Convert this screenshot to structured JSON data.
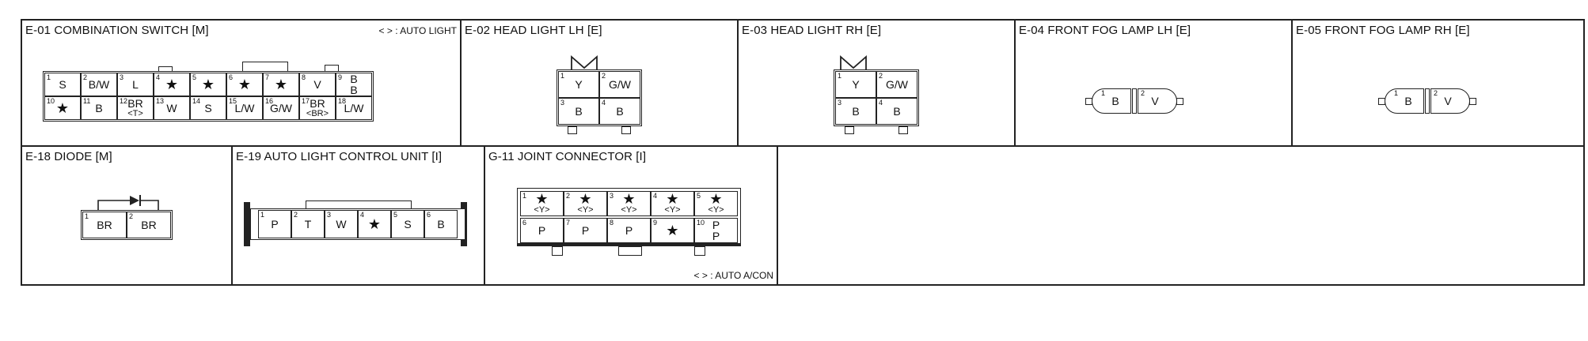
{
  "connectors": [
    {
      "id": "e01",
      "title": "E-01 COMBINATION SWITCH [M]",
      "note": "< > : AUTO LIGHT",
      "pins": [
        {
          "n": "1",
          "v": "S"
        },
        {
          "n": "2",
          "v": "B/W"
        },
        {
          "n": "3",
          "v": "L"
        },
        {
          "n": "4",
          "v": "★"
        },
        {
          "n": "5",
          "v": "★"
        },
        {
          "n": "6",
          "v": "★"
        },
        {
          "n": "7",
          "v": "★"
        },
        {
          "n": "8",
          "v": "V"
        },
        {
          "n": "9",
          "v": "B",
          "v2": "B"
        },
        {
          "n": "10",
          "v": "★"
        },
        {
          "n": "11",
          "v": "B"
        },
        {
          "n": "12",
          "v": "BR",
          "v2": "<T>"
        },
        {
          "n": "13",
          "v": "W"
        },
        {
          "n": "14",
          "v": "S"
        },
        {
          "n": "15",
          "v": "L/W"
        },
        {
          "n": "16",
          "v": "G/W"
        },
        {
          "n": "17",
          "v": "BR",
          "v2": "<BR>"
        },
        {
          "n": "18",
          "v": "L/W"
        }
      ]
    },
    {
      "id": "e02",
      "title": "E-02 HEAD LIGHT LH [E]",
      "pins": [
        {
          "n": "1",
          "v": "Y"
        },
        {
          "n": "2",
          "v": "G/W"
        },
        {
          "n": "3",
          "v": "B"
        },
        {
          "n": "4",
          "v": "B"
        }
      ]
    },
    {
      "id": "e03",
      "title": "E-03 HEAD LIGHT RH [E]",
      "pins": [
        {
          "n": "1",
          "v": "Y"
        },
        {
          "n": "2",
          "v": "G/W"
        },
        {
          "n": "3",
          "v": "B"
        },
        {
          "n": "4",
          "v": "B"
        }
      ]
    },
    {
      "id": "e04",
      "title": "E-04 FRONT FOG LAMP LH [E]",
      "pins": [
        {
          "n": "1",
          "v": "B"
        },
        {
          "n": "2",
          "v": "V"
        }
      ]
    },
    {
      "id": "e05",
      "title": "E-05 FRONT FOG LAMP RH [E]",
      "pins": [
        {
          "n": "1",
          "v": "B"
        },
        {
          "n": "2",
          "v": "V"
        }
      ]
    },
    {
      "id": "e18",
      "title": "E-18 DIODE [M]",
      "pins": [
        {
          "n": "1",
          "v": "BR"
        },
        {
          "n": "2",
          "v": "BR"
        }
      ]
    },
    {
      "id": "e19",
      "title": "E-19 AUTO LIGHT CONTROL UNIT [I]",
      "pins": [
        {
          "n": "1",
          "v": "P"
        },
        {
          "n": "2",
          "v": "T"
        },
        {
          "n": "3",
          "v": "W"
        },
        {
          "n": "4",
          "v": "★"
        },
        {
          "n": "5",
          "v": "S"
        },
        {
          "n": "6",
          "v": "B"
        }
      ]
    },
    {
      "id": "g11",
      "title": "G-11 JOINT CONNECTOR [I]",
      "note": "< > : AUTO A/CON",
      "pins": [
        {
          "n": "1",
          "v": "★",
          "v2": "<Y>"
        },
        {
          "n": "2",
          "v": "★",
          "v2": "<Y>"
        },
        {
          "n": "3",
          "v": "★",
          "v2": "<Y>"
        },
        {
          "n": "4",
          "v": "★",
          "v2": "<Y>"
        },
        {
          "n": "5",
          "v": "★",
          "v2": "<Y>"
        },
        {
          "n": "6",
          "v": "P"
        },
        {
          "n": "7",
          "v": "P"
        },
        {
          "n": "8",
          "v": "P"
        },
        {
          "n": "9",
          "v": "★"
        },
        {
          "n": "10",
          "v": "P",
          "v2": "P"
        }
      ]
    }
  ]
}
